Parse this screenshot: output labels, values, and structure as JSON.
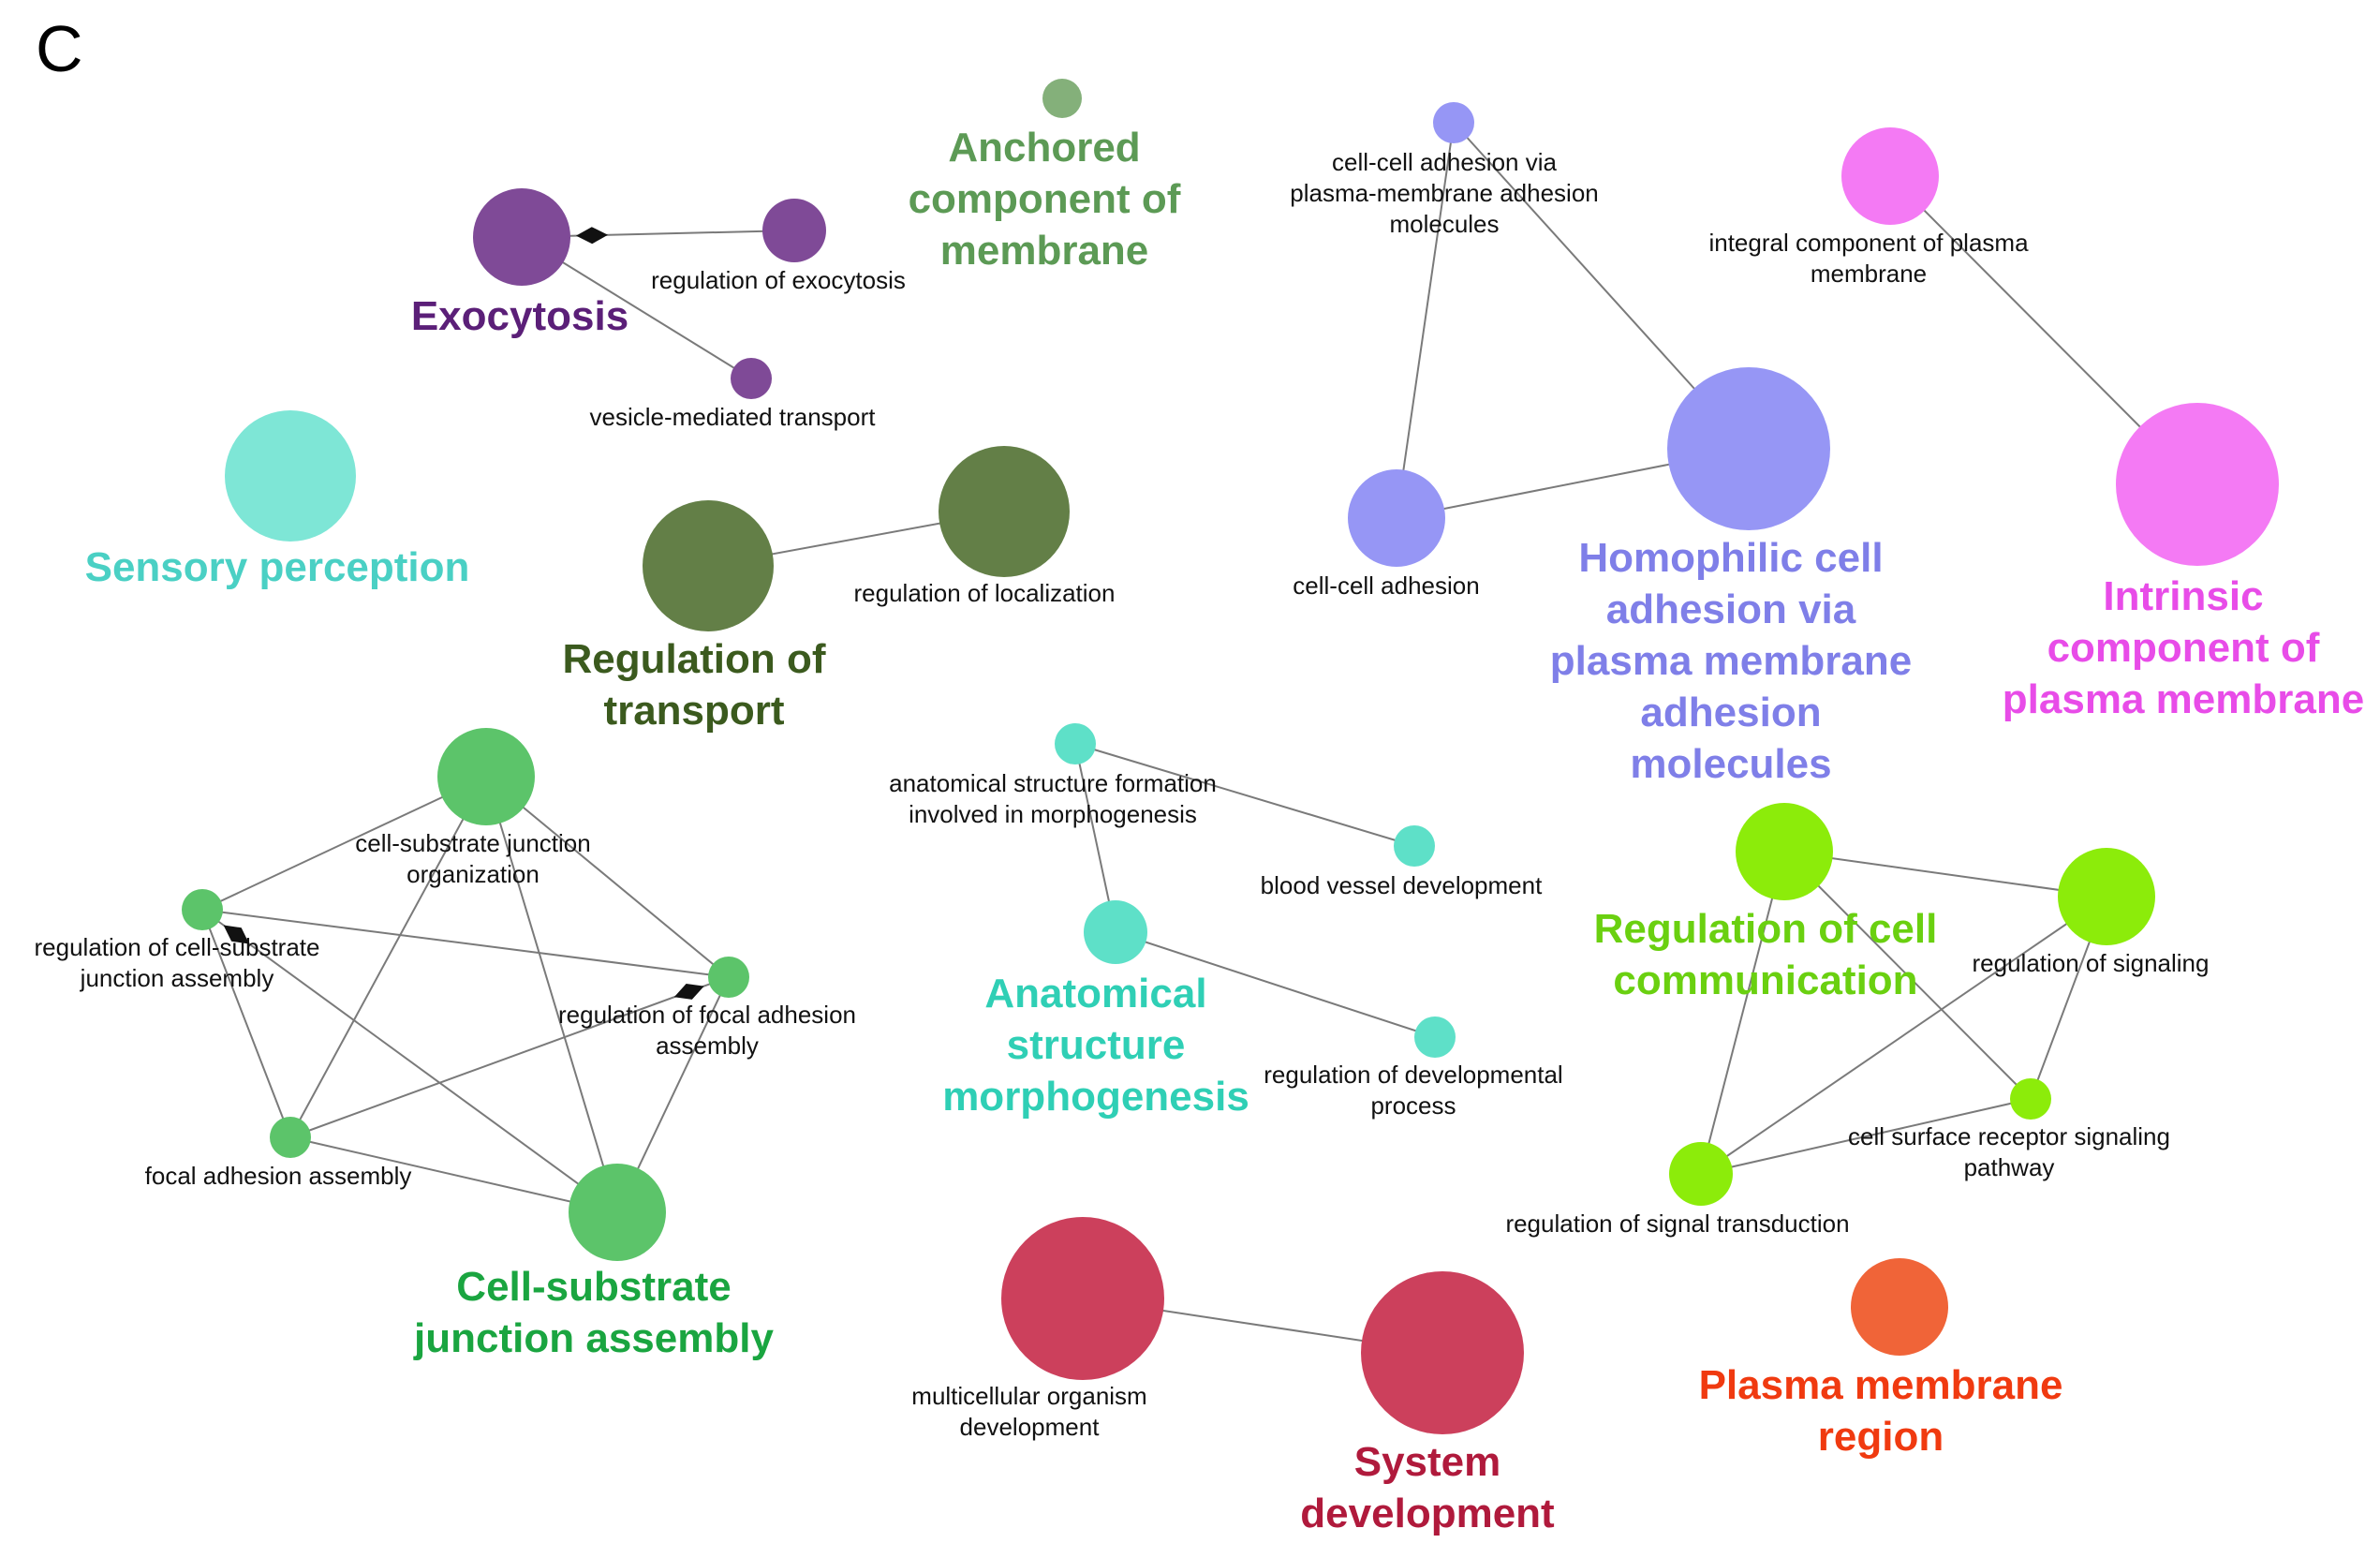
{
  "panel_letter": "C",
  "colors": {
    "exocytosis": "#7f4a97",
    "exocytosis_label": "#5b1f78",
    "anchored": "#84b07a",
    "anchored_label": "#5c9a55",
    "homophilic": "#9696f5",
    "homophilic_label": "#7f7fe8",
    "intrinsic": "#f47af4",
    "intrinsic_label": "#e84ce8",
    "sensory": "#7ee6d6",
    "sensory_label": "#4ad0c4",
    "transport": "#637f47",
    "transport_label": "#3b5a1e",
    "cell_substrate": "#5cc46a",
    "cell_substrate_label": "#1aa540",
    "anatomical": "#5ee0c8",
    "anatomical_label": "#2fcfb5",
    "cell_comm": "#8cec0a",
    "cell_comm_label": "#6ad010",
    "system": "#cc405c",
    "system_label": "#b01a3c",
    "plasma_region": "#f06438",
    "plasma_region_label": "#f03a10",
    "edge": "#7a7a7a",
    "arrow": "#111111"
  },
  "diagram": {
    "nodes": [
      {
        "id": "exocytosis",
        "label": "",
        "color_key": "exocytosis"
      },
      {
        "id": "regulation_of_exocytosis",
        "label": "regulation of exocytosis",
        "color_key": "exocytosis"
      },
      {
        "id": "vesicle_mediated_transport",
        "label": "vesicle-mediated transport",
        "color_key": "exocytosis"
      },
      {
        "id": "anchored_component",
        "label": "",
        "color_key": "anchored"
      },
      {
        "id": "cell_cell_adhesion_via",
        "label": "cell-cell adhesion via\nplasma-membrane adhesion\nmolecules",
        "color_key": "homophilic"
      },
      {
        "id": "cell_cell_adhesion",
        "label": "cell-cell adhesion",
        "color_key": "homophilic"
      },
      {
        "id": "homophilic_cell_adhesion",
        "label": "",
        "color_key": "homophilic"
      },
      {
        "id": "integral_component",
        "label": "integral component of plasma\nmembrane",
        "color_key": "intrinsic"
      },
      {
        "id": "intrinsic_component",
        "label": "",
        "color_key": "intrinsic"
      },
      {
        "id": "sensory_perception",
        "label": "",
        "color_key": "sensory"
      },
      {
        "id": "regulation_of_transport",
        "label": "",
        "color_key": "transport"
      },
      {
        "id": "regulation_of_localization",
        "label": "regulation of localization",
        "color_key": "transport"
      },
      {
        "id": "cell_substrate_junction_org",
        "label": "cell-substrate junction\norganization",
        "color_key": "cell_substrate"
      },
      {
        "id": "regulation_cell_substrate_junction",
        "label": "regulation of cell-substrate\njunction assembly",
        "color_key": "cell_substrate"
      },
      {
        "id": "regulation_focal_adhesion",
        "label": "regulation of focal adhesion\nassembly",
        "color_key": "cell_substrate"
      },
      {
        "id": "focal_adhesion_assembly",
        "label": "focal adhesion assembly",
        "color_key": "cell_substrate"
      },
      {
        "id": "cell_substrate_junction_assembly",
        "label": "",
        "color_key": "cell_substrate"
      },
      {
        "id": "anatomical_structure_formation",
        "label": "anatomical structure formation\ninvolved in morphogenesis",
        "color_key": "anatomical"
      },
      {
        "id": "blood_vessel_development",
        "label": "blood vessel development",
        "color_key": "anatomical"
      },
      {
        "id": "anatomical_structure_morphogenesis",
        "label": "",
        "color_key": "anatomical"
      },
      {
        "id": "regulation_developmental_process",
        "label": "regulation of developmental\nprocess",
        "color_key": "anatomical"
      },
      {
        "id": "regulation_cell_communication",
        "label": "",
        "color_key": "cell_comm"
      },
      {
        "id": "regulation_of_signaling",
        "label": "regulation of signaling",
        "color_key": "cell_comm"
      },
      {
        "id": "cell_surface_receptor_signaling",
        "label": "cell surface receptor signaling\npathway",
        "color_key": "cell_comm"
      },
      {
        "id": "regulation_signal_transduction",
        "label": "regulation of signal transduction",
        "color_key": "cell_comm"
      },
      {
        "id": "multicellular_organism_development",
        "label": "multicellular organism\ndevelopment",
        "color_key": "system"
      },
      {
        "id": "system_development",
        "label": "",
        "color_key": "system"
      },
      {
        "id": "plasma_membrane_region",
        "label": "",
        "color_key": "plasma_region"
      }
    ],
    "edges": [
      {
        "from": "exocytosis",
        "to": "regulation_of_exocytosis",
        "arrow": true
      },
      {
        "from": "exocytosis",
        "to": "vesicle_mediated_transport",
        "arrow": false
      },
      {
        "from": "cell_cell_adhesion_via",
        "to": "cell_cell_adhesion",
        "arrow": false
      },
      {
        "from": "cell_cell_adhesion_via",
        "to": "homophilic_cell_adhesion",
        "arrow": false
      },
      {
        "from": "cell_cell_adhesion",
        "to": "homophilic_cell_adhesion",
        "arrow": false
      },
      {
        "from": "integral_component",
        "to": "intrinsic_component",
        "arrow": false
      },
      {
        "from": "regulation_of_transport",
        "to": "regulation_of_localization",
        "arrow": false
      },
      {
        "from": "cell_substrate_junction_org",
        "to": "regulation_cell_substrate_junction",
        "arrow": false
      },
      {
        "from": "cell_substrate_junction_org",
        "to": "regulation_focal_adhesion",
        "arrow": false
      },
      {
        "from": "cell_substrate_junction_org",
        "to": "focal_adhesion_assembly",
        "arrow": false
      },
      {
        "from": "cell_substrate_junction_org",
        "to": "cell_substrate_junction_assembly",
        "arrow": false
      },
      {
        "from": "regulation_cell_substrate_junction",
        "to": "regulation_focal_adhesion",
        "arrow": false
      },
      {
        "from": "regulation_cell_substrate_junction",
        "to": "focal_adhesion_assembly",
        "arrow": false
      },
      {
        "from": "regulation_cell_substrate_junction",
        "to": "cell_substrate_junction_assembly",
        "arrow": true
      },
      {
        "from": "regulation_focal_adhesion",
        "to": "focal_adhesion_assembly",
        "arrow": true
      },
      {
        "from": "regulation_focal_adhesion",
        "to": "cell_substrate_junction_assembly",
        "arrow": false
      },
      {
        "from": "focal_adhesion_assembly",
        "to": "cell_substrate_junction_assembly",
        "arrow": false
      },
      {
        "from": "anatomical_structure_formation",
        "to": "blood_vessel_development",
        "arrow": false
      },
      {
        "from": "anatomical_structure_formation",
        "to": "anatomical_structure_morphogenesis",
        "arrow": false
      },
      {
        "from": "anatomical_structure_morphogenesis",
        "to": "regulation_developmental_process",
        "arrow": false
      },
      {
        "from": "regulation_cell_communication",
        "to": "regulation_of_signaling",
        "arrow": false
      },
      {
        "from": "regulation_cell_communication",
        "to": "cell_surface_receptor_signaling",
        "arrow": false
      },
      {
        "from": "regulation_cell_communication",
        "to": "regulation_signal_transduction",
        "arrow": false
      },
      {
        "from": "regulation_of_signaling",
        "to": "cell_surface_receptor_signaling",
        "arrow": false
      },
      {
        "from": "regulation_of_signaling",
        "to": "regulation_signal_transduction",
        "arrow": false
      },
      {
        "from": "cell_surface_receptor_signaling",
        "to": "regulation_signal_transduction",
        "arrow": false
      },
      {
        "from": "multicellular_organism_development",
        "to": "system_development",
        "arrow": false
      }
    ],
    "group_labels": [
      {
        "id": "exocytosis",
        "text": "Exocytosis",
        "color_key": "exocytosis_label"
      },
      {
        "id": "anchored",
        "text": "Anchored\ncomponent of\nmembrane",
        "color_key": "anchored_label"
      },
      {
        "id": "homophilic",
        "text": "Homophilic cell\nadhesion via\nplasma membrane\nadhesion\nmolecules",
        "color_key": "homophilic_label"
      },
      {
        "id": "intrinsic",
        "text": "Intrinsic\ncomponent of\nplasma membrane",
        "color_key": "intrinsic_label"
      },
      {
        "id": "sensory",
        "text": "Sensory perception",
        "color_key": "sensory_label"
      },
      {
        "id": "transport",
        "text": "Regulation of\ntransport",
        "color_key": "transport_label"
      },
      {
        "id": "cell_substrate",
        "text": "Cell-substrate\njunction assembly",
        "color_key": "cell_substrate_label"
      },
      {
        "id": "anatomical",
        "text": "Anatomical\nstructure\nmorphogenesis",
        "color_key": "anatomical_label"
      },
      {
        "id": "cell_comm",
        "text": "Regulation of cell\ncommunication",
        "color_key": "cell_comm_label"
      },
      {
        "id": "system",
        "text": "System\ndevelopment",
        "color_key": "system_label"
      },
      {
        "id": "plasma_region",
        "text": "Plasma membrane\nregion",
        "color_key": "plasma_region_label"
      }
    ]
  }
}
